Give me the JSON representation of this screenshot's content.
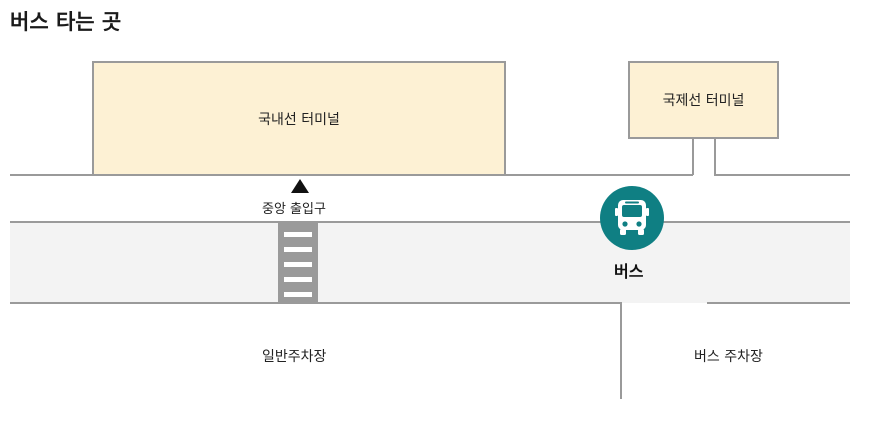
{
  "title": "버스 타는 곳",
  "buildings": {
    "domestic": "국내선 터미널",
    "international": "국제선 터미널"
  },
  "entrance": {
    "label": "중앙 출입구"
  },
  "bus_stop": {
    "label": "버스",
    "icon": "bus-icon",
    "color": "#0f7f83"
  },
  "parking": {
    "general": "일반주차장",
    "bus": "버스 주차장"
  },
  "colors": {
    "building_fill": "#fdf1d4",
    "outline": "#9a9a9a",
    "road": "#f3f3f3"
  }
}
